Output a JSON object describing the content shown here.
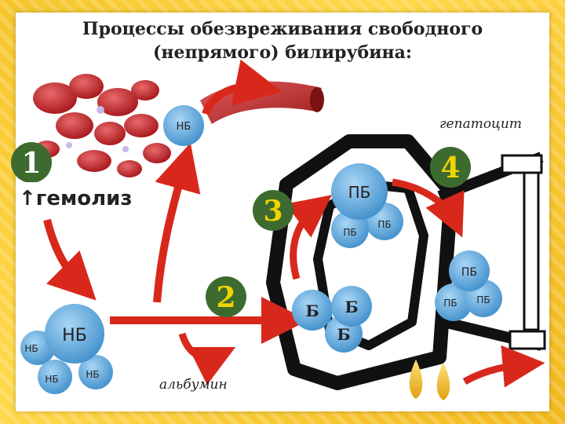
{
  "title_line1": "Процессы обезвреживания свободного",
  "title_line2": "(непрямого) билирубина:",
  "labels": {
    "hepatocyte": "гепатоцит",
    "hemolysis": "↑гемолиз",
    "albumin": "альбумин"
  },
  "steps": [
    "1",
    "2",
    "3",
    "4"
  ],
  "bubbles": {
    "nb_top": "НБ",
    "nb_big": "НБ",
    "nb_left": "НБ",
    "nb_bl": "НБ",
    "nb_br": "НБ",
    "pb_big": "ПБ",
    "pb_small1": "ПБ",
    "pb_small2": "ПБ",
    "pb_r1": "ПБ",
    "pb_r2": "ПБ",
    "pb_r3": "ПБ",
    "b1": "Б",
    "b2": "Б",
    "b3": "Б"
  },
  "colors": {
    "bubble": "#5aa7dc",
    "arrow": "#d8281c",
    "step_badge": "#3d6b2f"
  }
}
